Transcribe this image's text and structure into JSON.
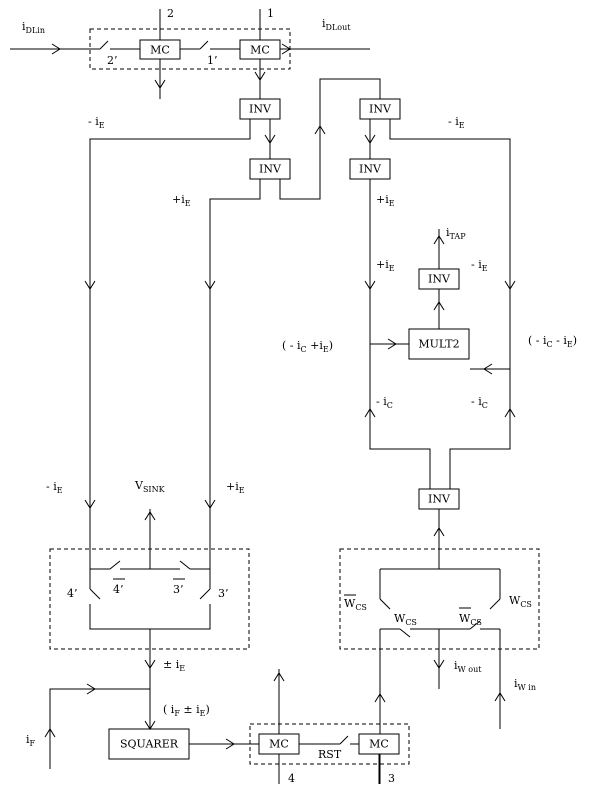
{
  "blocks": {
    "mc": "MC",
    "inv": "INV",
    "mult2": "MULT2",
    "squarer": "SQUARER"
  },
  "ports": {
    "p1": "1",
    "p2": "2",
    "p3": "3",
    "p4": "4"
  },
  "switches": {
    "s1p": "1’",
    "s2p": "2’",
    "s3p": "3’",
    "s4p": "4’",
    "s3pbar": "3’",
    "s4pbar": "4’"
  },
  "signals": {
    "i_dlin": {
      "main": "i",
      "sub": "DLin"
    },
    "i_dlout": {
      "main": "i",
      "sub": "DLout"
    },
    "neg_ie": {
      "main": "- i",
      "sub": "E"
    },
    "pos_ie": {
      "main": "+i",
      "sub": "E"
    },
    "i_tap": {
      "main": "i",
      "sub": "TAP"
    },
    "neg_ic": {
      "main": "- i",
      "sub": "C"
    },
    "neg_ic_plus_ie": {
      "p1": "( - i",
      "s1": "C",
      "p2": " +i",
      "s2": "E",
      "p3": ")"
    },
    "neg_ic_minus_ie": {
      "p1": "( - i",
      "s1": "C",
      "p2": " - i",
      "s2": "E",
      "p3": ")"
    },
    "v_sink": {
      "main": "V",
      "sub": "SINK"
    },
    "pm_ie": {
      "main": "± i",
      "sub": "E"
    },
    "if_pm_ie": {
      "p1": "( i",
      "s1": "F",
      "p2": " ± i",
      "s2": "E",
      "p3": ")"
    },
    "i_f": {
      "main": "i",
      "sub": "F"
    },
    "w_cs": {
      "main": "W",
      "sub": "CS"
    },
    "i_wout": {
      "main": "i",
      "sub": "W out"
    },
    "i_win": {
      "main": "i",
      "sub": "W in"
    },
    "rst": "RST"
  }
}
